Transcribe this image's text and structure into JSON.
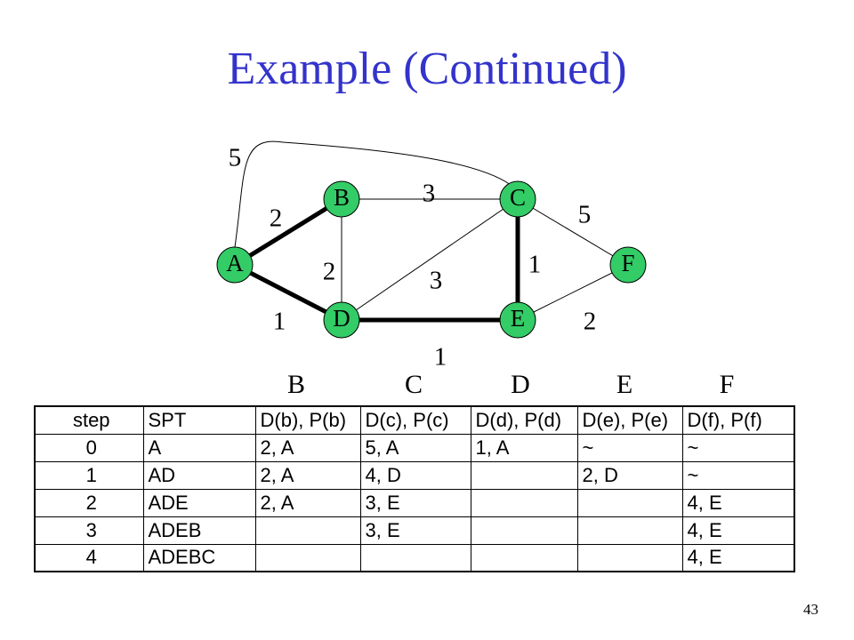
{
  "title": "Example (Continued)",
  "page_number": "43",
  "graph": {
    "node_color": "#33cc66",
    "nodes": [
      {
        "id": "A",
        "label": "A"
      },
      {
        "id": "B",
        "label": "B"
      },
      {
        "id": "C",
        "label": "C"
      },
      {
        "id": "D",
        "label": "D"
      },
      {
        "id": "E",
        "label": "E"
      },
      {
        "id": "F",
        "label": "F"
      }
    ],
    "edges": [
      {
        "from": "A",
        "to": "B",
        "weight": "2",
        "in_tree": true
      },
      {
        "from": "A",
        "to": "D",
        "weight": "1",
        "in_tree": true
      },
      {
        "from": "A",
        "to": "C",
        "weight": "5",
        "in_tree": false
      },
      {
        "from": "B",
        "to": "C",
        "weight": "3",
        "in_tree": false
      },
      {
        "from": "B",
        "to": "D",
        "weight": "2",
        "in_tree": false
      },
      {
        "from": "D",
        "to": "C",
        "weight": "3",
        "in_tree": false
      },
      {
        "from": "C",
        "to": "E",
        "weight": "1",
        "in_tree": true
      },
      {
        "from": "D",
        "to": "E",
        "weight": "1",
        "in_tree": true
      },
      {
        "from": "C",
        "to": "F",
        "weight": "5",
        "in_tree": false
      },
      {
        "from": "E",
        "to": "F",
        "weight": "2",
        "in_tree": false
      }
    ]
  },
  "column_letters": [
    "B",
    "C",
    "D",
    "E",
    "F"
  ],
  "table": {
    "headers": [
      "step",
      "SPT",
      "D(b), P(b)",
      "D(c), P(c)",
      "D(d), P(d)",
      "D(e), P(e)",
      "D(f), P(f)"
    ],
    "rows": [
      [
        "0",
        "A",
        "2, A",
        "5, A",
        "1,  A",
        "~",
        "~"
      ],
      [
        "1",
        "AD",
        "2, A",
        "4, D",
        "",
        "2, D",
        "~"
      ],
      [
        "2",
        "ADE",
        "2, A",
        "3, E",
        "",
        "",
        "4, E"
      ],
      [
        "3",
        "ADEB",
        "",
        "3, E",
        "",
        "",
        "4, E"
      ],
      [
        "4",
        "ADEBC",
        "",
        "",
        "",
        "",
        "4, E"
      ]
    ]
  }
}
